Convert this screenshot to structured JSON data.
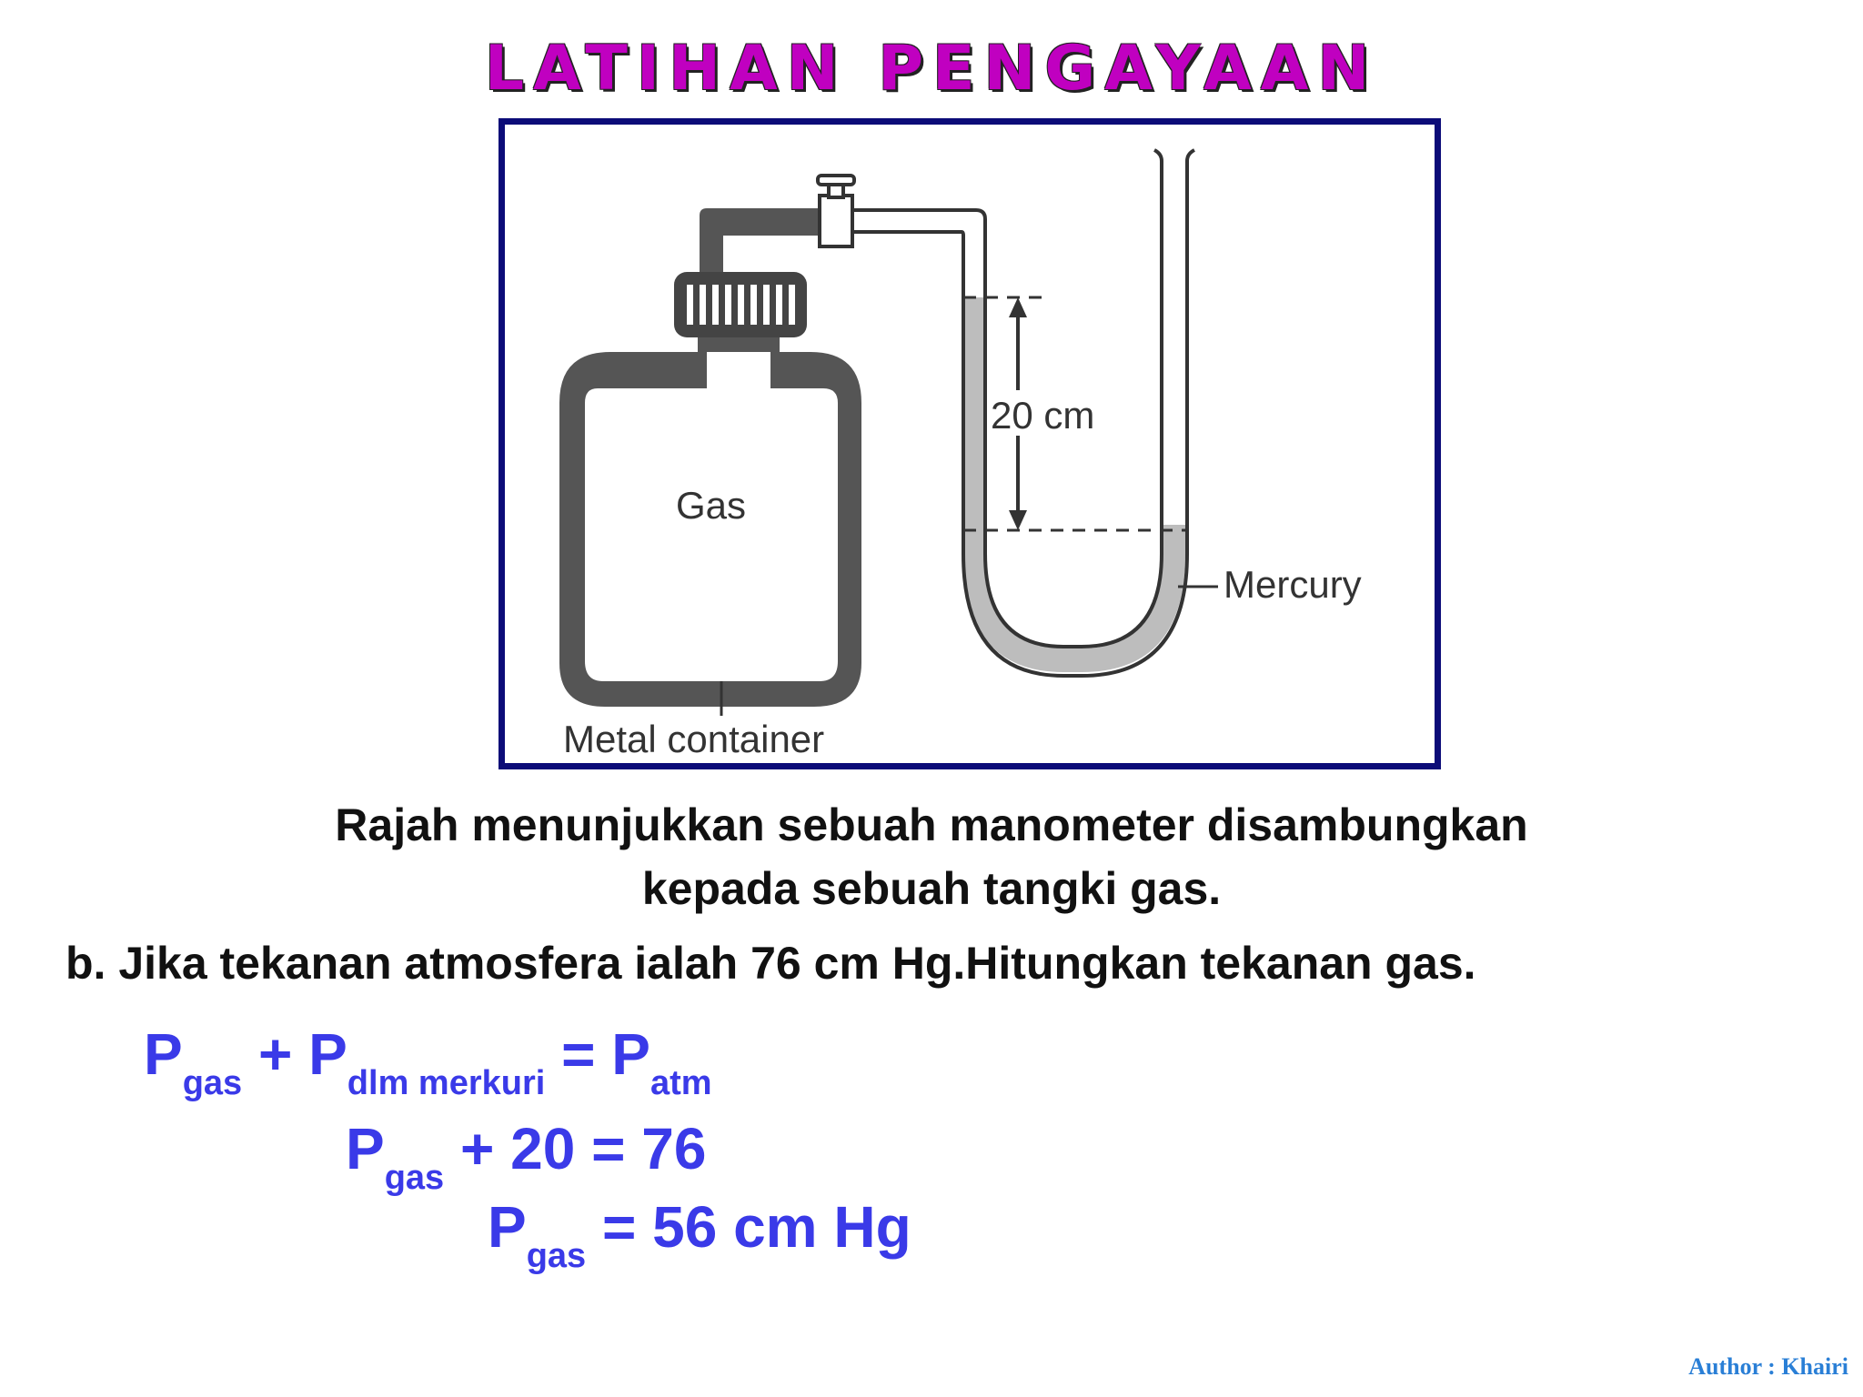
{
  "title": "LATIHAN PENGAYAAN",
  "figure": {
    "label_gas": "Gas",
    "label_height": "20 cm",
    "label_mercury": "Mercury",
    "label_container": "Metal container"
  },
  "caption": {
    "line1": "Rajah menunjukkan sebuah manometer disambungkan",
    "line2": "kepada sebuah tangki gas."
  },
  "question": "b. Jika tekanan atmosfera ialah 76 cm Hg.Hitungkan tekanan gas.",
  "solution": {
    "line1": {
      "p1": "P",
      "s1": "gas",
      "op1": " + P",
      "s2": "dlm merkuri",
      "op2": " = P",
      "s3": "atm"
    },
    "line2": {
      "p1": "P",
      "s1": "gas",
      "rest": " + 20 = 76"
    },
    "line3": {
      "p1": "P",
      "s1": "gas",
      "rest": " = 56 cm Hg"
    }
  },
  "author": "Author : Khairi",
  "colors": {
    "title": "#c000c0",
    "equation": "#3a3ae8",
    "frame": "#0c0c78",
    "author": "#2a7fd6"
  }
}
